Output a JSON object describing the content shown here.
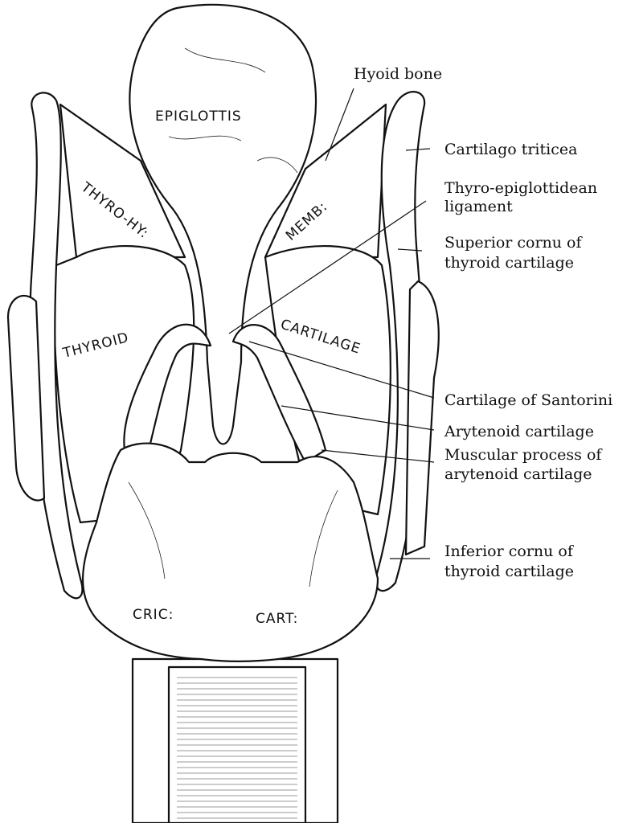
{
  "labels": {
    "hyoid_bone": "Hyoid bone",
    "cartilago_triticea": "Cartilago triticea",
    "thyro_epiglottidean": [
      "Thyro-epiglottidean",
      "ligament"
    ],
    "superior_cornu": [
      "Superior cornu of",
      "thyroid cartilage"
    ],
    "cartilage_santorini": "Cartilage of Santorini",
    "arytenoid": "Arytenoid cartilage",
    "muscular_process": [
      "Muscular process of",
      "arytenoid cartilage"
    ],
    "inferior_cornu": [
      "Inferior cornu of",
      "thyroid cartilage"
    ]
  },
  "inline": {
    "epiglottis": "EPIGLOTTIS",
    "thyro_hy": "THYRO-HY:",
    "memb": "MEMB:",
    "thyroid": "THYROID",
    "cartilage": "CARTILAGE",
    "cric": "CRIC:",
    "cart": "CART:"
  },
  "colors": {
    "ink": "#111111",
    "thyroid_shade": "#6e6e6e",
    "membrane": "#d9d9d9",
    "paper": "#ffffff"
  }
}
